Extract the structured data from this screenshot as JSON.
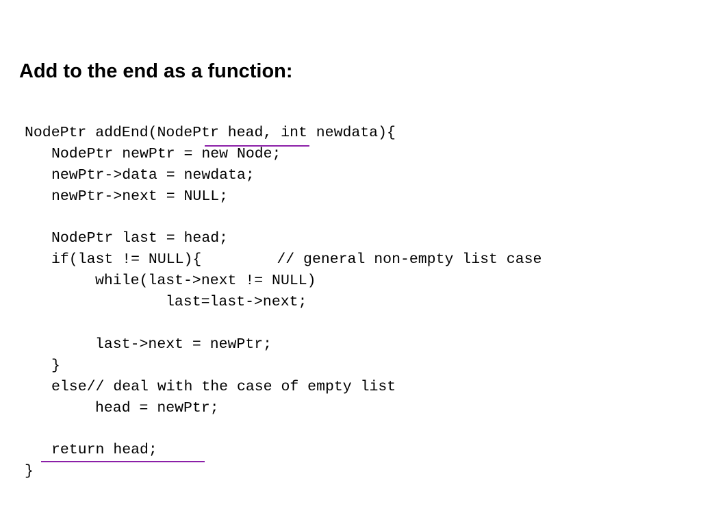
{
  "slide": {
    "title": "Add to the end as a function:"
  },
  "code": {
    "line01_a": "NodePtr addEnd(NodePtr head",
    "line01_b": ", int newdata){",
    "line02": "NodePtr newPtr = new Node;",
    "line03": "newPtr->data = newdata;",
    "line04": "newPtr->next = NULL;",
    "line05": "",
    "line06": "NodePtr last = head;",
    "line07_code": "if(last != NULL){",
    "line07_comment": "// general non-empty list case",
    "line08": "while(last->next != NULL)",
    "line09": "last=last->next;",
    "line10": "",
    "line11": "last->next = newPtr;",
    "line12": "}",
    "line13": "else// deal with the case of empty list",
    "line14": "head = newPtr;",
    "line15": "",
    "line16": "return head;",
    "line17": "}"
  },
  "colors": {
    "underline": "#8b1fa8"
  }
}
